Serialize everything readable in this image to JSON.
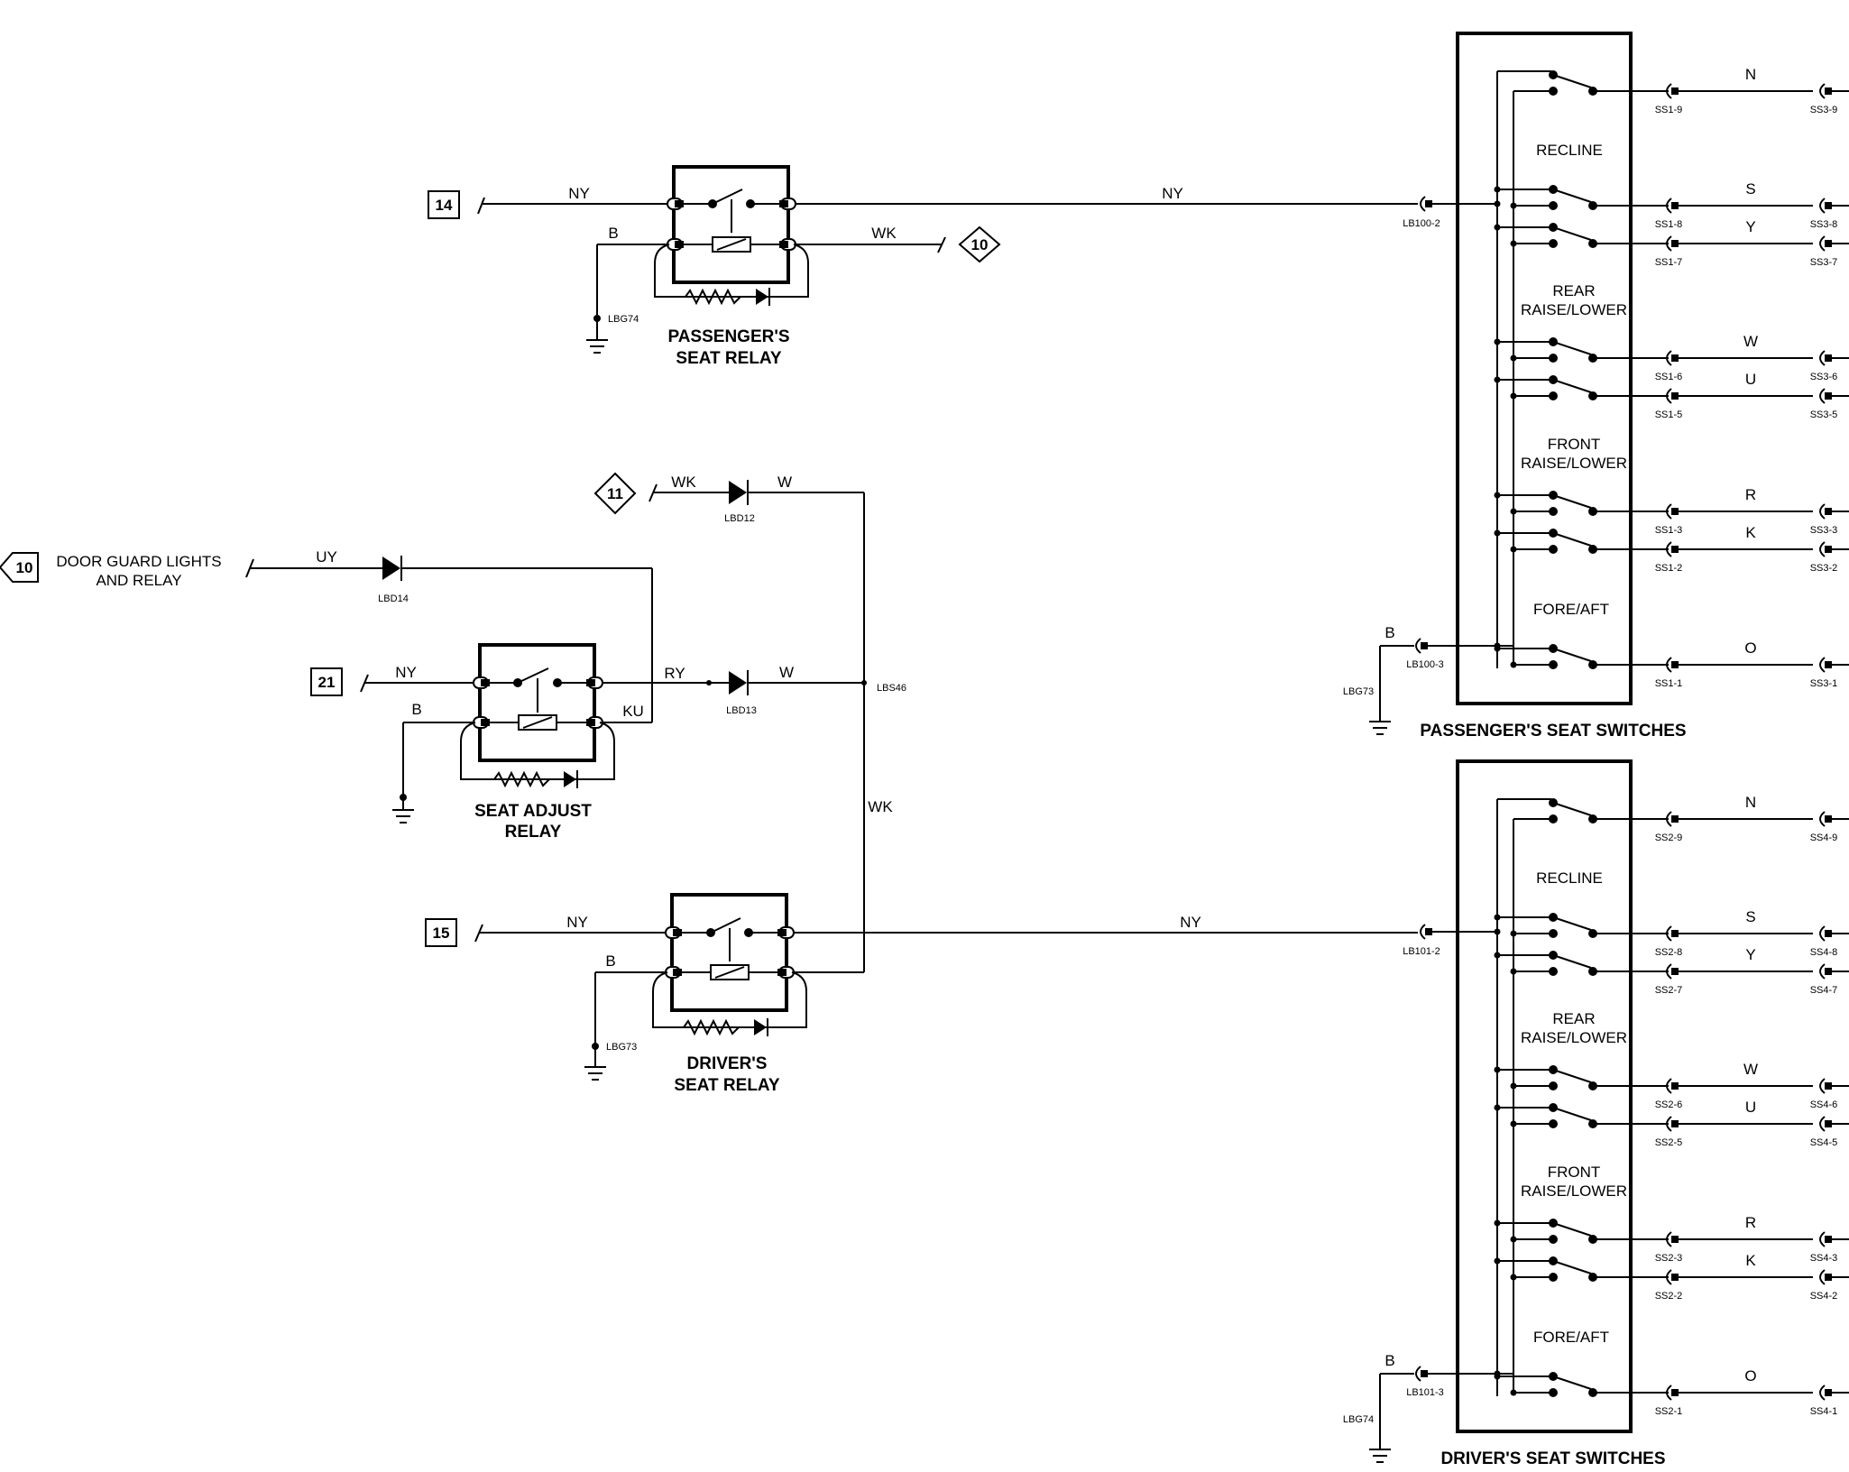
{
  "refs": {
    "box_14": "14",
    "box_15": "15",
    "box_21": "21",
    "diamond_10": "10",
    "diamond_11": "11",
    "arrow_10": "10"
  },
  "door_guard": {
    "line1": "DOOR GUARD LIGHTS",
    "line2": "AND RELAY"
  },
  "relays": {
    "passenger": {
      "line1": "PASSENGER'S",
      "line2": "SEAT RELAY",
      "ground": "LBG74"
    },
    "seat_adjust": {
      "line1": "SEAT ADJUST",
      "line2": "RELAY"
    },
    "driver": {
      "line1": "DRIVER'S",
      "line2": "SEAT RELAY",
      "ground": "LBG73"
    }
  },
  "wires": {
    "ny": "NY",
    "b": "B",
    "wk": "WK",
    "w": "W",
    "uy": "UY",
    "ry": "RY",
    "ku": "KU"
  },
  "components": {
    "lbd12": "LBD12",
    "lbd13": "LBD13",
    "lbd14": "LBD14",
    "lbs46": "LBS46"
  },
  "switch_sections": [
    "RECLINE",
    "REAR",
    "RAISE/LOWER",
    "FRONT",
    "RAISE/LOWER",
    "FORE/AFT"
  ],
  "passenger_switches": {
    "title": "PASSENGER'S SEAT SWITCHES",
    "conn_feed": "LB100-2",
    "conn_ground": "LB100-3",
    "ground": "LBG73",
    "ground_wire": "B",
    "outputs": [
      {
        "wire": "N",
        "left": "SS1-9",
        "right": "SS3-9"
      },
      {
        "wire": "S",
        "left": "SS1-8",
        "right": "SS3-8"
      },
      {
        "wire": "Y",
        "left": "SS1-7",
        "right": "SS3-7"
      },
      {
        "wire": "W",
        "left": "SS1-6",
        "right": "SS3-6"
      },
      {
        "wire": "U",
        "left": "SS1-5",
        "right": "SS3-5"
      },
      {
        "wire": "R",
        "left": "SS1-3",
        "right": "SS3-3"
      },
      {
        "wire": "K",
        "left": "SS1-2",
        "right": "SS3-2"
      },
      {
        "wire": "O",
        "left": "SS1-1",
        "right": "SS3-1"
      }
    ]
  },
  "driver_switches": {
    "title": "DRIVER'S SEAT SWITCHES",
    "conn_feed": "LB101-2",
    "conn_ground": "LB101-3",
    "ground": "LBG74",
    "ground_wire": "B",
    "outputs": [
      {
        "wire": "N",
        "left": "SS2-9",
        "right": "SS4-9"
      },
      {
        "wire": "S",
        "left": "SS2-8",
        "right": "SS4-8"
      },
      {
        "wire": "Y",
        "left": "SS2-7",
        "right": "SS4-7"
      },
      {
        "wire": "W",
        "left": "SS2-6",
        "right": "SS4-6"
      },
      {
        "wire": "U",
        "left": "SS2-5",
        "right": "SS4-5"
      },
      {
        "wire": "R",
        "left": "SS2-3",
        "right": "SS4-3"
      },
      {
        "wire": "K",
        "left": "SS2-2",
        "right": "SS4-2"
      },
      {
        "wire": "O",
        "left": "SS2-1",
        "right": "SS4-1"
      }
    ]
  }
}
